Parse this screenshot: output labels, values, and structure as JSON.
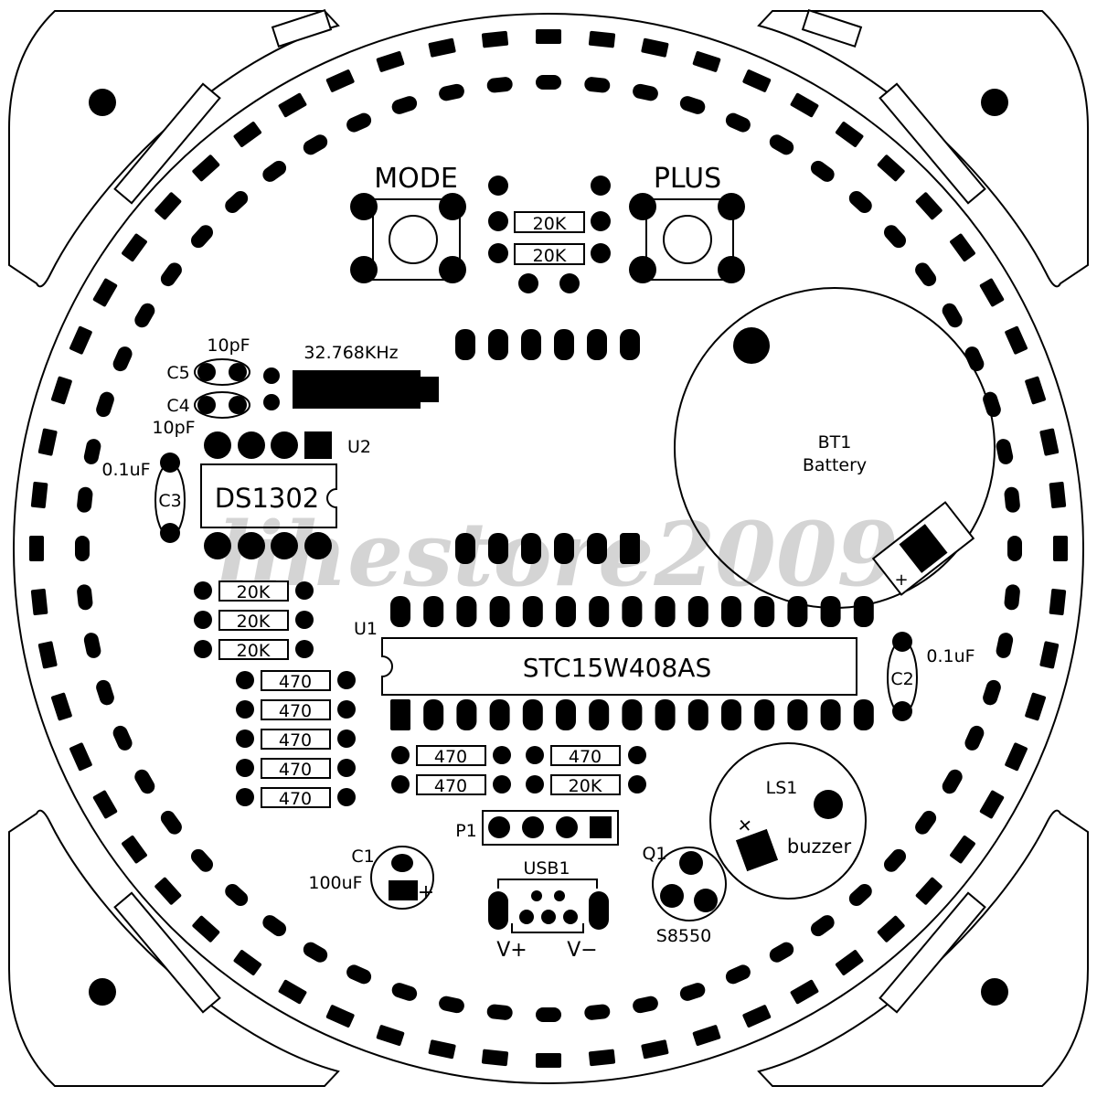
{
  "board": {
    "ink_color": "#000000",
    "paper_color": "#ffffff",
    "watermark_color": "#cfcfcf",
    "watermark_text": "lihestore2009"
  },
  "labels": {
    "mode": "MODE",
    "plus": "PLUS",
    "r_top1": "20K",
    "r_top2": "20K",
    "c5": "C5",
    "c5_value": "10pF",
    "c4": "C4",
    "c4_value": "10pF",
    "crystal": "32.768KHz",
    "u2": "U2",
    "ds1302": "DS1302",
    "c3_value": "0.1uF",
    "c3": "C3",
    "bt1": "BT1",
    "battery": "Battery",
    "battery_plus": "+",
    "r_left1": "20K",
    "r_left2": "20K",
    "r_left3": "20K",
    "r470_1": "470",
    "r470_2": "470",
    "r470_3": "470",
    "r470_4": "470",
    "r470_5": "470",
    "u1": "U1",
    "mcu": "STC15W408AS",
    "c2": "C2",
    "c2_value": "0.1uF",
    "r_mid1": "470",
    "r_mid2": "470",
    "r_mid3": "470",
    "r_mid4": "20K",
    "ls1": "LS1",
    "buzzer": "buzzer",
    "buzzer_plus": "+",
    "p1": "P1",
    "c1": "C1",
    "c1_value": "100uF",
    "c1_plus": "+",
    "usb1": "USB1",
    "vplus": "V+",
    "vminus": "V−",
    "q1": "Q1",
    "q1_part": "S8550"
  }
}
